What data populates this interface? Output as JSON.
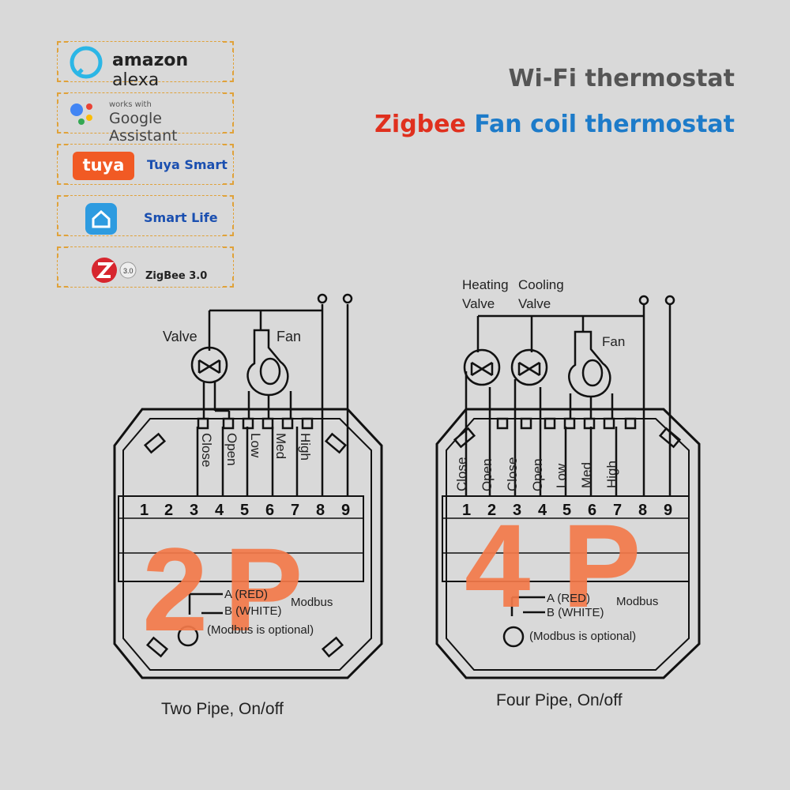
{
  "badges": {
    "alexa": {
      "word1": "amazon",
      "word2": "alexa"
    },
    "google": {
      "top": "works with",
      "main": "Google Assistant"
    },
    "tuya": {
      "logo": "tuya",
      "label": "Tuya Smart"
    },
    "smartlife": {
      "label": "Smart Life"
    },
    "zigbee": {
      "label": "ZigBee 3.0",
      "logo_text": "3.0"
    }
  },
  "titles": {
    "line1": "Wi-Fi thermostat",
    "line2_a": "Zigbee",
    "line2_b": "Fan coil thermostat"
  },
  "two_pipe": {
    "valve_label": "Valve",
    "fan_label": "Fan",
    "terminal_labels": [
      "Close",
      "Open",
      "Low",
      "Med",
      "High"
    ],
    "terminal_numbers": [
      "1",
      "2",
      "3",
      "4",
      "5",
      "6",
      "7",
      "8",
      "9"
    ],
    "big_label": "2P",
    "modbus_a": "A (RED)",
    "modbus_b": "B (WHITE)",
    "modbus": "Modbus",
    "modbus_note": "(Modbus is optional)",
    "caption": "Two Pipe, On/off"
  },
  "four_pipe": {
    "heating_valve": "Heating\nValve",
    "heating_l1": "Heating",
    "heating_l2": "Valve",
    "cooling_l1": "Cooling",
    "cooling_l2": "Valve",
    "fan_label": "Fan",
    "terminal_labels": [
      "Close",
      "Open",
      "Close",
      "Open",
      "Low",
      "Med",
      "High"
    ],
    "terminal_numbers": [
      "1",
      "2",
      "3",
      "4",
      "5",
      "6",
      "7",
      "8",
      "9"
    ],
    "big_label": "4P",
    "modbus_a": "A (RED)",
    "modbus_b": "B (WHITE)",
    "modbus": "Modbus",
    "modbus_note": "(Modbus is optional)",
    "caption": "Four Pipe, On/off"
  },
  "colors": {
    "accent_orange": "#f47a4a",
    "badge_border": "#e0a23a",
    "zigbee_red": "#e0301e",
    "fan_coil_blue": "#1d7bc9"
  }
}
